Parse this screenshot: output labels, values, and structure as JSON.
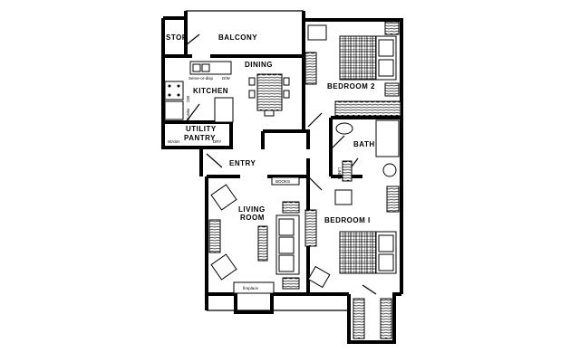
{
  "floor_plan": {
    "rooms": {
      "storage": "STOR",
      "balcony": "BALCONY",
      "dining": "DINING",
      "kitchen": "KITCHEN",
      "utility_line1": "UTILITY",
      "utility_line2": "PANTRY",
      "entry": "ENTRY",
      "bedroom2": "BEDROOM 2",
      "bath": "BATH",
      "living_line1": "LIVING",
      "living_line2": "ROOM",
      "bedroom1": "BEDROOM I"
    },
    "fixtures": {
      "wash": "WASH",
      "dry": "DRY",
      "refrigerator": "REF'G",
      "disposal": "Serve-or-disp",
      "dishwasher": "D/W",
      "bc": "B/C",
      "linen": "LINEN",
      "books": "BOOKS",
      "fireplace": "fireplace"
    }
  }
}
